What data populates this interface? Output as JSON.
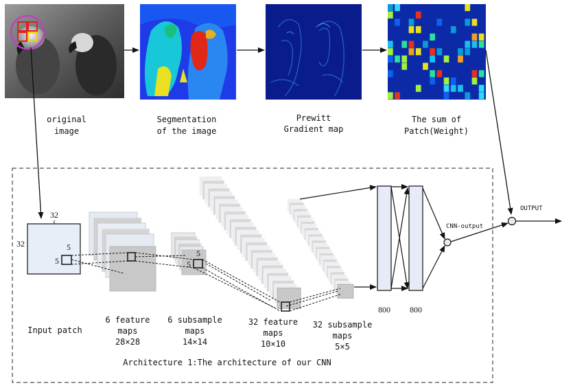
{
  "stages": [
    {
      "id": "original",
      "label_lines": [
        "original",
        "image"
      ]
    },
    {
      "id": "segmentation",
      "label_lines": [
        "Segmentation",
        "of the image"
      ]
    },
    {
      "id": "gradient",
      "label_lines": [
        "Prewitt",
        "Gradient map"
      ]
    },
    {
      "id": "weights",
      "label_lines": [
        "The sum of",
        "Patch(Weight)"
      ]
    }
  ],
  "cnn": {
    "caption": "Architecture 1:The architecture of our CNN",
    "input": {
      "label": "Input patch",
      "width_label": "32",
      "height_label": "32",
      "kernel_w": "5",
      "kernel_h": "5"
    },
    "layers": [
      {
        "id": "c1",
        "label_lines": [
          "6 feature",
          "maps",
          "28×28"
        ]
      },
      {
        "id": "s1",
        "label_lines": [
          "6 subsample",
          "maps",
          "14×14"
        ]
      },
      {
        "id": "c2",
        "label_lines": [
          "32 feature",
          "maps",
          "10×10"
        ]
      },
      {
        "id": "s2",
        "label_lines": [
          "32 subsample",
          "maps",
          "5×5"
        ]
      }
    ],
    "fc": [
      {
        "id": "fc1",
        "label": "800"
      },
      {
        "id": "fc2",
        "label": "800"
      }
    ],
    "cnn_output_label": "CNN-output",
    "output_label": "OUTPUT"
  },
  "colors": {
    "heatmap_bg": "#0c2aa8",
    "fc_fill": "#e6ecf6",
    "map_fill": "#c8c8c8",
    "map_back": "#e2e2e2"
  }
}
